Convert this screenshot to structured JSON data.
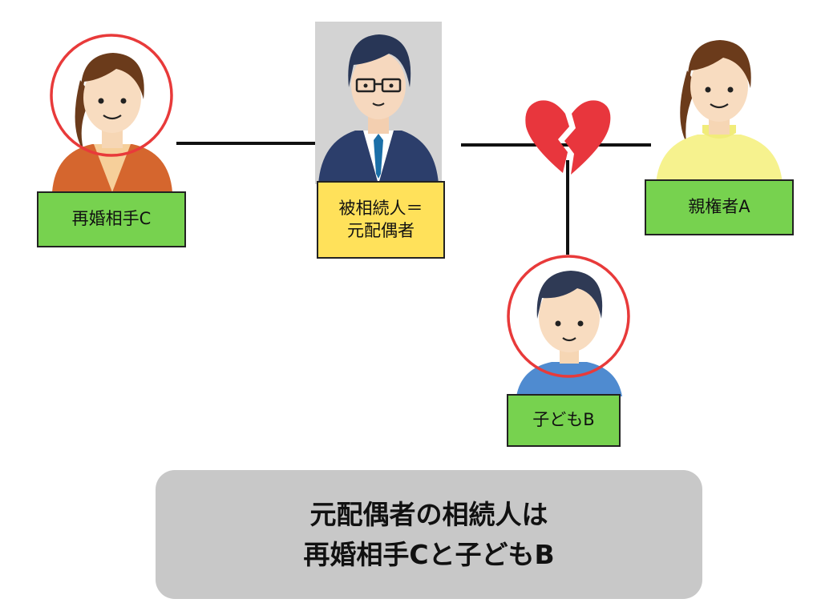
{
  "people": {
    "partner_c": {
      "label": "再婚相手C",
      "highlighted": true
    },
    "deceased": {
      "label_line1": "被相続人＝",
      "label_line2": "元配偶者"
    },
    "custodian_a": {
      "label": "親権者A"
    },
    "child_b": {
      "label": "子どもB",
      "highlighted": true
    }
  },
  "summary": {
    "line1": "元配偶者の相続人は",
    "line2": "再婚相手Cと子どもB"
  },
  "colors": {
    "label_green": "#77d24f",
    "label_yellow": "#ffe15a",
    "highlight_ring": "#e83a3a",
    "summary_bg": "#c8c8c8",
    "broken_heart": "#e8363d"
  },
  "icons": {
    "relationship_break": "broken-heart-icon"
  }
}
